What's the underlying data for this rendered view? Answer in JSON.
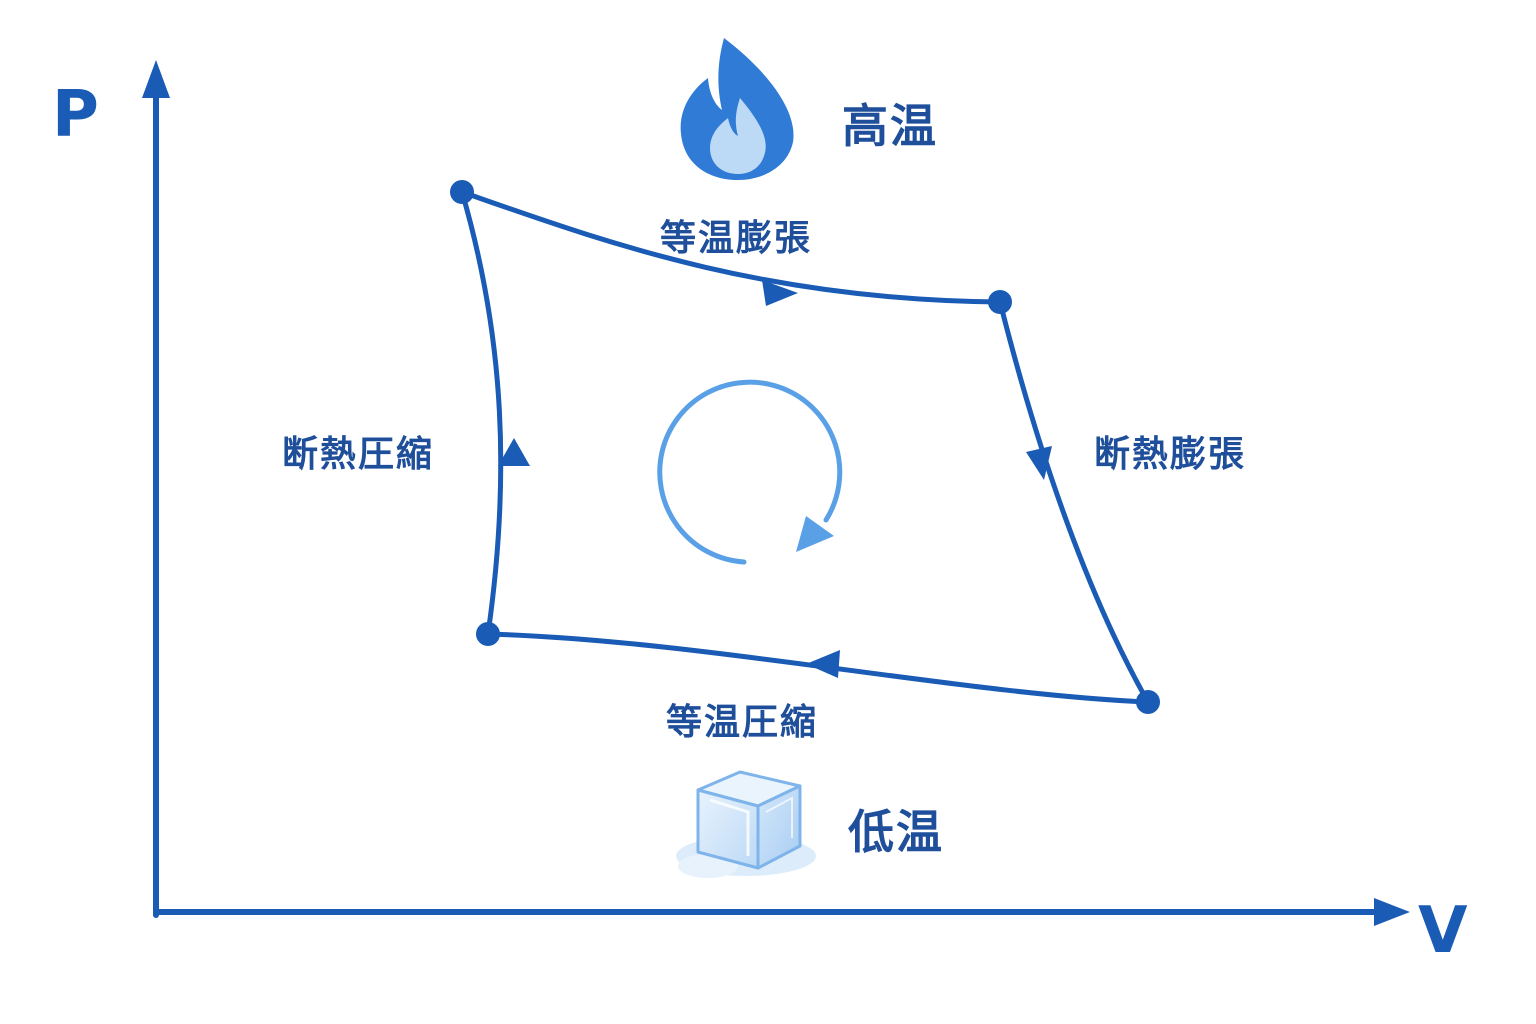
{
  "axes": {
    "y_label": "P",
    "x_label": "V"
  },
  "heat_source": {
    "icon": "flame-icon",
    "label": "高温"
  },
  "heat_sink": {
    "icon": "ice-cube-icon",
    "label": "低温"
  },
  "processes": {
    "isothermal_expansion": "等温膨張",
    "adiabatic_expansion": "断熱膨張",
    "isothermal_compression": "等温圧縮",
    "adiabatic_compression": "断熱圧縮"
  },
  "cycle_direction_icon": "clockwise-arrow-icon",
  "colors": {
    "primary": "#1a5bb5",
    "label": "#1f4f9a",
    "flame_outer": "#2f7bd6",
    "flame_inner": "#bcdaf6",
    "cycle_arrow": "#5aa0e6",
    "ice_face": "#cfe4f9",
    "ice_edge": "#7fb4ea"
  }
}
